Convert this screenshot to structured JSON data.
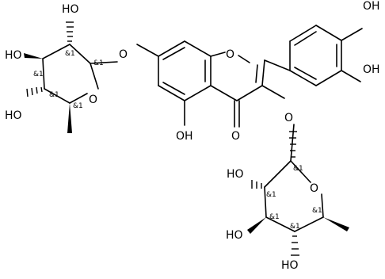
{
  "atom_labels": {
    "oh_catechol_top": "OH",
    "oh_catechol_bottom": "OH",
    "o_chromone_ring": "O",
    "o_carbonyl": "O",
    "oh_5": "OH",
    "o_3_link": "O",
    "o_7_link": "O",
    "oh_rha1_top": "HO",
    "oh_rha1_mid": "HO",
    "oh_rha1_low": "HO",
    "o_rha1_ring": "O",
    "oh_rha2_a": "HO",
    "oh_rha2_b": "HO",
    "oh_rha2_c": "HO",
    "o_rha2_ring": "O"
  },
  "stereo_labels": {
    "rha1_c1": "&1",
    "rha1_c2": "&1",
    "rha1_c3": "&1",
    "rha1_c4": "&1",
    "rha1_c5": "&1",
    "rha2_c1": "&1",
    "rha2_c2": "&1",
    "rha2_c3": "&1",
    "rha2_c4": "&1",
    "rha2_c5": "&1"
  }
}
